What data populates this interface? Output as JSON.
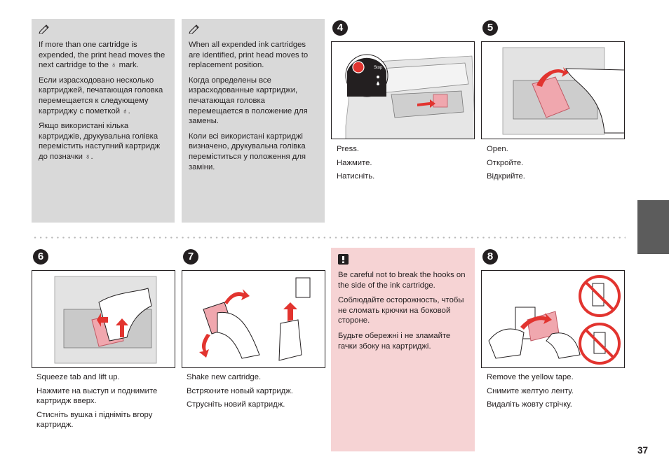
{
  "notes": [
    {
      "lines_en": "If more than one cartridge is expended, the print head moves the next cartridge to the ♁ mark.",
      "lines_ru": "Если израсходовано несколько картриджей, печатающая головка перемещается к следующему картриджу с пометкой ♁.",
      "lines_uk": "Якщо використані кілька картриджів, друкувальна голівка перемістить наступний картридж до позначки ♁."
    },
    {
      "lines_en": "When all expended ink cartridges are identified, print head moves to replacement position.",
      "lines_ru": "Когда определены все израсходованные картриджи, печатающая головка перемещается в положение для замены.",
      "lines_uk": "Коли всі використані картриджі визначено, друкувальна голівка переміститься у положення для заміни."
    }
  ],
  "steps": [
    {
      "number": "4",
      "en": "Press.",
      "ru": "Нажмите.",
      "uk": "Натисніть.",
      "button_label": "Stop"
    },
    {
      "number": "5",
      "en": "Open.",
      "ru": "Откройте.",
      "uk": "Відкрийте."
    },
    {
      "number": "6",
      "en": "Squeeze tab and lift up.",
      "ru": "Нажмите на выступ и поднимите картридж вверх.",
      "uk": "Стисніть вушка і підніміть вгору картридж."
    },
    {
      "number": "7",
      "en": "Shake new cartridge.",
      "ru": "Встряхните новый картридж.",
      "uk": "Струсніть новий картридж."
    },
    {
      "number": "8",
      "en": "Remove the yellow tape.",
      "ru": "Снимите желтую ленту.",
      "uk": "Видаліть жовту стрічку."
    }
  ],
  "caution": {
    "en": "Be careful not to break the hooks on the side of the ink cartridge.",
    "ru": "Соблюдайте осторожность, чтобы не сломать крючки на боковой стороне.",
    "uk": "Будьте обережні і не зламайте гачки збоку на картриджі."
  },
  "page_number": "37",
  "colors": {
    "note_bg": "#d9d9d9",
    "caution_bg": "#f6d3d4",
    "arrow_red": "#e2342f",
    "cartridge_pink": "#f0a7ae",
    "side_tab": "#5c5c5c"
  }
}
